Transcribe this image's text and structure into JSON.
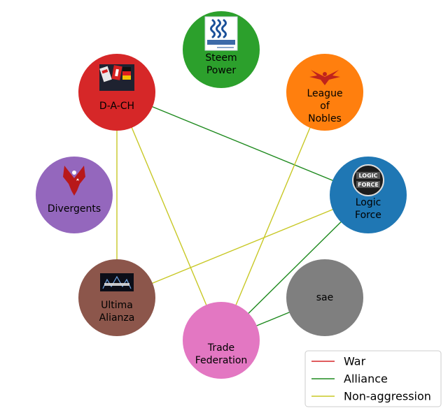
{
  "colors": {
    "war": "#d62728",
    "alliance": "#1f8a1f",
    "non_aggression": "#c8c826",
    "legend_border": "#cccccc"
  },
  "legend": {
    "items": [
      {
        "label": "War",
        "type": "war"
      },
      {
        "label": "Alliance",
        "type": "alliance"
      },
      {
        "label": "Non-aggression",
        "type": "non_aggression"
      }
    ]
  },
  "nodes": [
    {
      "id": "steem-power",
      "label_lines": [
        "Steem",
        "Power"
      ],
      "color": "#2ca02c",
      "icon": "steem-logo-icon"
    },
    {
      "id": "league-of-nobles",
      "label_lines": [
        "League",
        "of",
        "Nobles"
      ],
      "color": "#ff7f0e",
      "icon": "phoenix-emblem-icon"
    },
    {
      "id": "logic-force",
      "label_lines": [
        "Logic",
        "Force"
      ],
      "color": "#1f77b4",
      "icon": "logic-force-badge-icon"
    },
    {
      "id": "sae",
      "label_lines": [
        "sae"
      ],
      "color": "#7f7f7f",
      "icon": null
    },
    {
      "id": "trade-federation",
      "label_lines": [
        "Trade",
        "Federation"
      ],
      "color": "#e377c2",
      "icon": null
    },
    {
      "id": "ultima-alianza",
      "label_lines": [
        "Ultima",
        "Alianza"
      ],
      "color": "#8c564b",
      "icon": "ultima-alianza-banner-icon"
    },
    {
      "id": "divergents",
      "label_lines": [
        "Divergents"
      ],
      "color": "#9467bd",
      "icon": "red-phoenix-icon"
    },
    {
      "id": "d-a-ch",
      "label_lines": [
        "D-A-CH"
      ],
      "color": "#d62728",
      "icon": "dach-flags-icon"
    }
  ],
  "edges": [
    {
      "from": "d-a-ch",
      "to": "logic-force",
      "type": "alliance"
    },
    {
      "from": "d-a-ch",
      "to": "ultima-alianza",
      "type": "non_aggression"
    },
    {
      "from": "d-a-ch",
      "to": "trade-federation",
      "type": "non_aggression"
    },
    {
      "from": "league-of-nobles",
      "to": "trade-federation",
      "type": "non_aggression"
    },
    {
      "from": "logic-force",
      "to": "ultima-alianza",
      "type": "non_aggression"
    },
    {
      "from": "logic-force",
      "to": "trade-federation",
      "type": "alliance"
    },
    {
      "from": "sae",
      "to": "trade-federation",
      "type": "alliance"
    }
  ]
}
